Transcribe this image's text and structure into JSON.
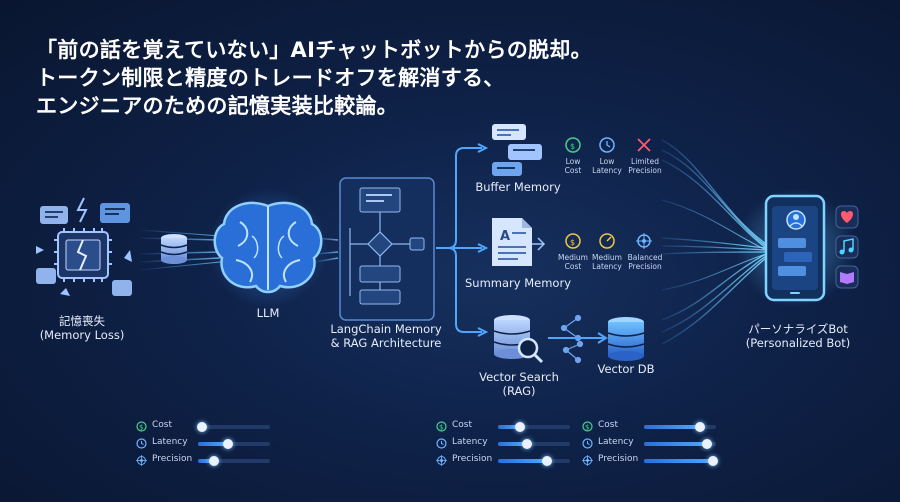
{
  "title": {
    "line1": "「前の話を覚えていない」AIチャットボットからの脱却。",
    "line2": "トークン制限と精度のトレードオフを解消する、",
    "line3": "エンジニアのための記憶実装比較論。"
  },
  "nodes": {
    "memory_loss": {
      "line1": "記憶喪失",
      "line2": "(Memory Loss)"
    },
    "llm": {
      "label": "LLM"
    },
    "langchain": {
      "line1": "LangChain Memory",
      "line2": "& RAG Architecture"
    },
    "buffer": {
      "label": "Buffer Memory"
    },
    "summary": {
      "label": "Summary Memory"
    },
    "vector_search": {
      "line1": "Vector Search",
      "line2": "(RAG)"
    },
    "vector_db": {
      "label": "Vector DB"
    },
    "bot": {
      "line1": "パーソナライズBot",
      "line2": "(Personalized Bot)"
    }
  },
  "tradeoffs": {
    "buffer": [
      {
        "line1": "Low",
        "line2": "Cost"
      },
      {
        "line1": "Low",
        "line2": "Latency"
      },
      {
        "line1": "Limited",
        "line2": "Precision"
      }
    ],
    "summary": [
      {
        "line1": "Medium",
        "line2": "Cost"
      },
      {
        "line1": "Medium",
        "line2": "Latency"
      },
      {
        "line1": "Balanced",
        "line2": "Precision"
      }
    ]
  },
  "metric_panels": [
    {
      "id": "panel-1",
      "rows": [
        {
          "label": "Cost",
          "level": 0.06,
          "icon": "cost-icon"
        },
        {
          "label": "Latency",
          "level": 0.42,
          "icon": "clock-icon"
        },
        {
          "label": "Precision",
          "level": 0.22,
          "icon": "target-icon"
        }
      ]
    },
    {
      "id": "panel-2",
      "rows": [
        {
          "label": "Cost",
          "level": 0.3,
          "icon": "cost-icon"
        },
        {
          "label": "Latency",
          "level": 0.4,
          "icon": "clock-icon"
        },
        {
          "label": "Precision",
          "level": 0.68,
          "icon": "target-icon"
        }
      ]
    },
    {
      "id": "panel-3",
      "rows": [
        {
          "label": "Cost",
          "level": 0.78,
          "icon": "cost-icon"
        },
        {
          "label": "Latency",
          "level": 0.88,
          "icon": "clock-icon"
        },
        {
          "label": "Precision",
          "level": 0.96,
          "icon": "target-icon"
        }
      ]
    }
  ],
  "colors": {
    "accent": "#4fa6ff",
    "glow": "#6fd0ff",
    "background": "#0b1733",
    "heart": "#ff5a6e",
    "music": "#4fd4ff",
    "book": "#b07bff"
  }
}
